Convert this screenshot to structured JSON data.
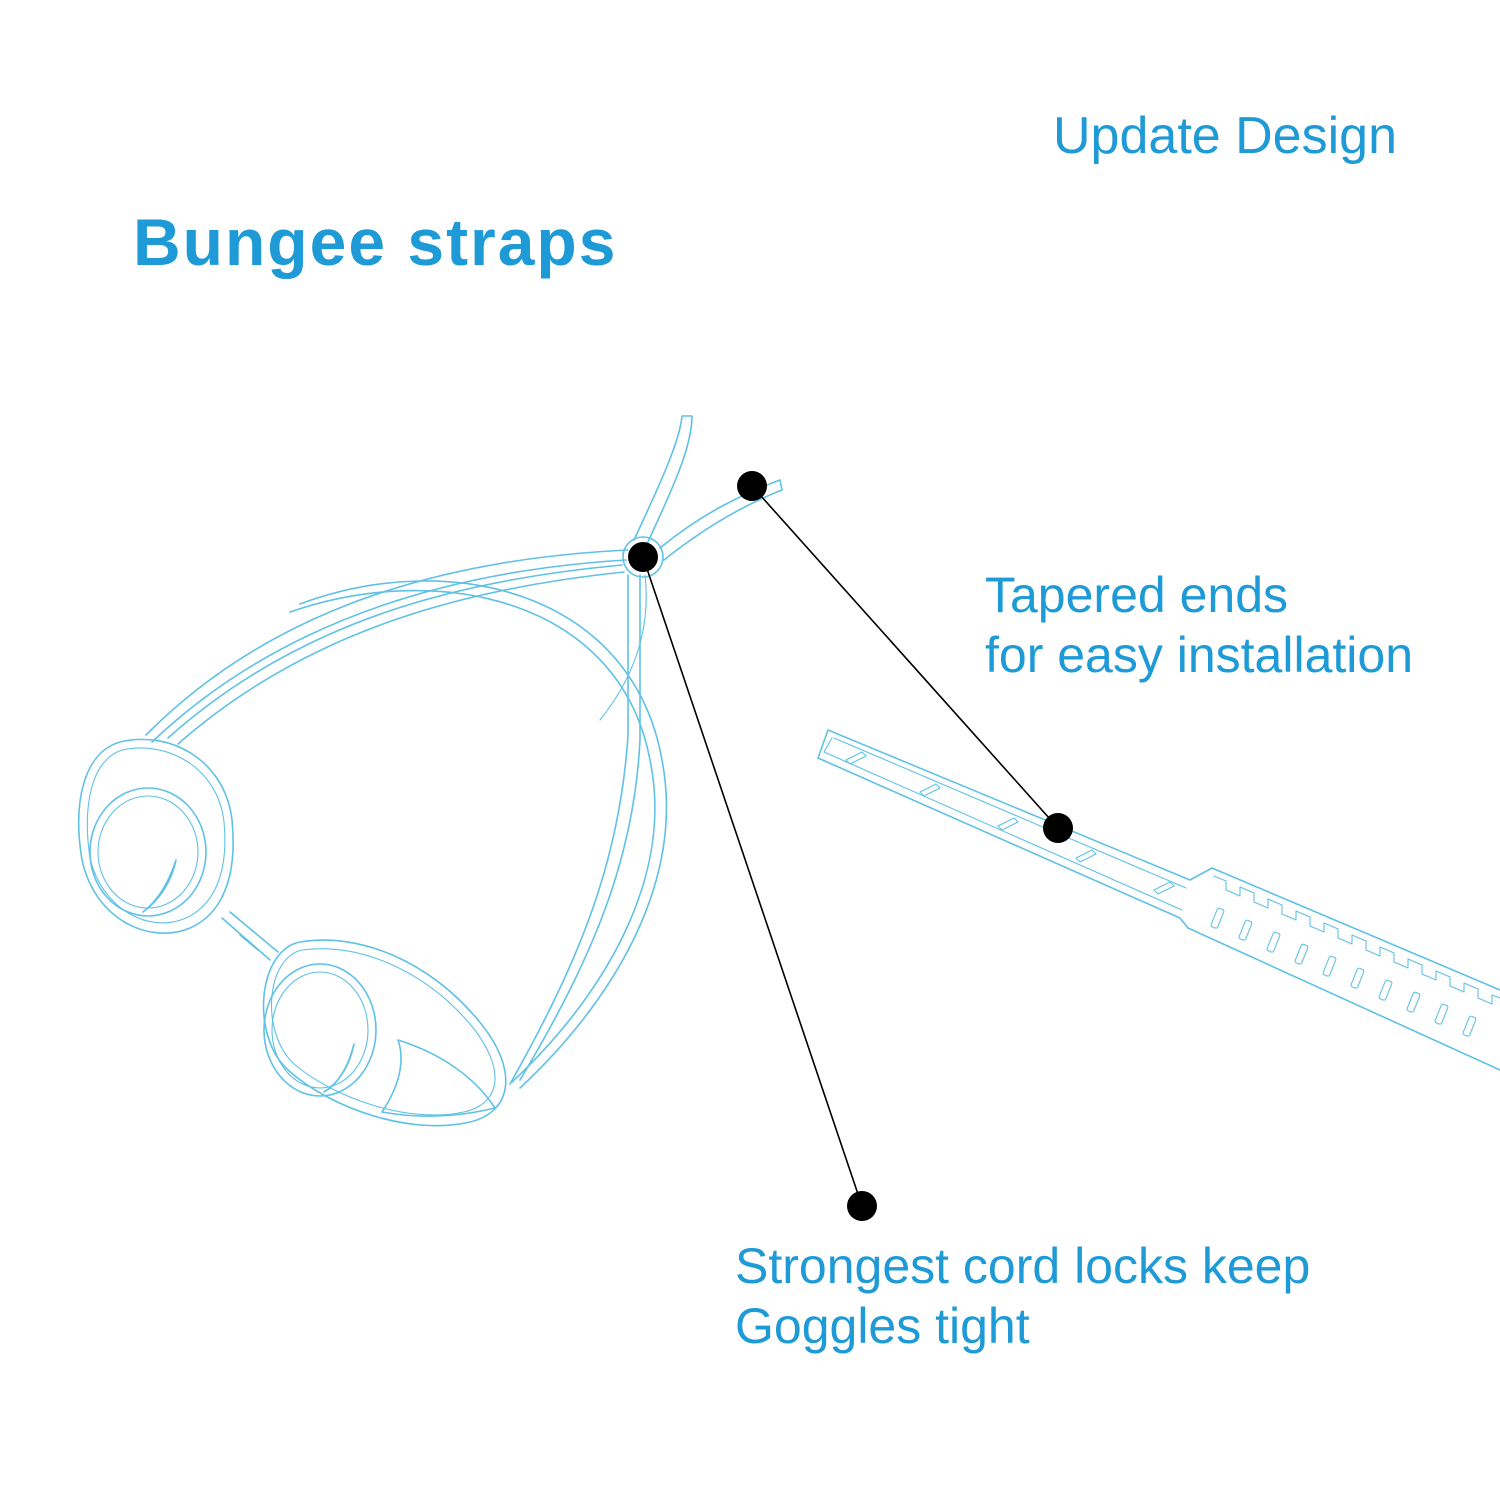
{
  "colors": {
    "accent": "#1e9ad6",
    "outline": "#5fc1e6",
    "marker": "#000000",
    "background": "#ffffff"
  },
  "header": {
    "update_label": "Update Design",
    "heading": "Bungee straps"
  },
  "callouts": {
    "tapered_ends": {
      "line1": "Tapered ends",
      "line2": "for easy installation"
    },
    "cord_locks": {
      "line1": "Strongest cord locks keep",
      "line2": "Goggles tight"
    }
  }
}
